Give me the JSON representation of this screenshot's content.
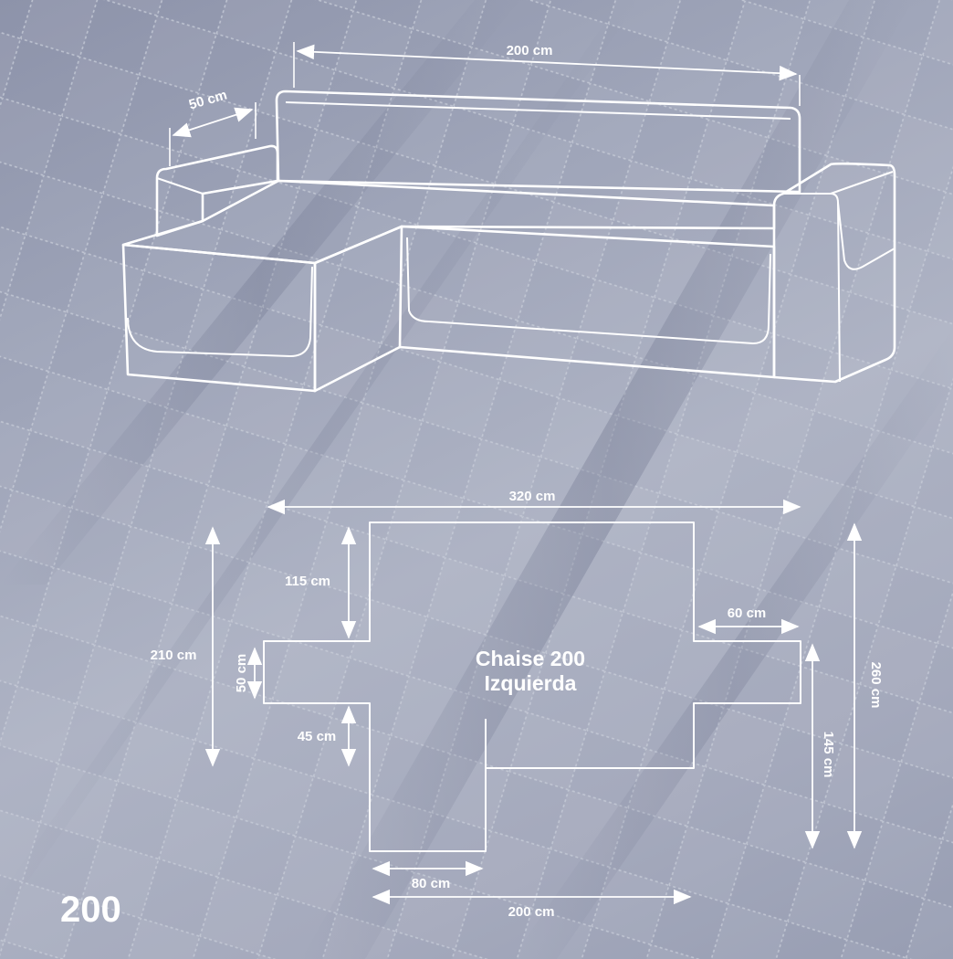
{
  "sofa_dimensions": {
    "backrest_length": "200 cm",
    "armrest_width": "50 cm"
  },
  "cover_layout": {
    "total_width": "320 cm",
    "left_height": "210 cm",
    "left_top_segment": "115 cm",
    "left_flap": "50 cm",
    "left_bottom_segment": "45 cm",
    "center_label_line1": "Chaise 200",
    "center_label_line2": "Izquierda",
    "right_flap_width": "60 cm",
    "right_height": "145 cm",
    "total_height": "260 cm",
    "chaise_width": "80 cm",
    "bottom_width": "200 cm"
  },
  "model_label": "200",
  "colors": {
    "fabric": "#a3a8bb",
    "lines": "#ffffff"
  }
}
